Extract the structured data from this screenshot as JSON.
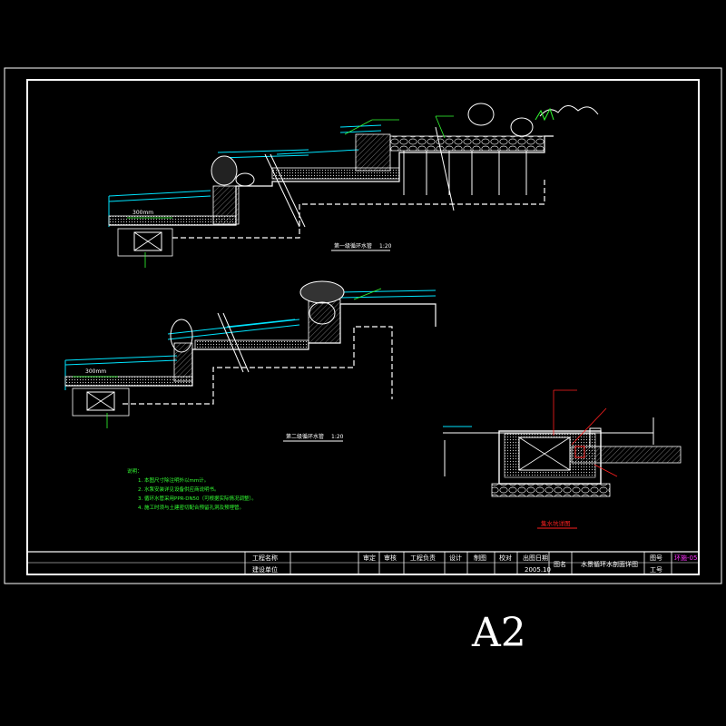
{
  "sheet_size": "A2",
  "colors": {
    "frame": "#ffffff",
    "water": "#00e5ff",
    "notes": "#33ff33",
    "accent_red": "#ff2020",
    "magenta": "#ff33ff",
    "pipe": "#ffffff"
  },
  "sections": {
    "section1_title": "第一级循环水管",
    "section1_scale": "1:20",
    "section2_title": "第二级循环水管",
    "section2_scale": "1:20",
    "detail_title": "集水坑详图",
    "dim_label": "300mm"
  },
  "notes": {
    "heading": "说明：",
    "items": [
      "1. 本图尺寸除注明外以mm计。",
      "2. 水泵安装详见设备供应商说明书。",
      "3. 循环水管采用PPR-DN50（可根据实际情况调整）。",
      "4. 施工时须与土建密切配合预留孔洞及预埋管。"
    ]
  },
  "title_block": {
    "project_name_label": "工程名称",
    "client_label": "建设单位",
    "approve_label": "审定",
    "review_label": "审核",
    "lead_label": "工程负责",
    "design_label": "设计",
    "draw_label": "制图",
    "check_label": "校对",
    "date_label": "出图日期",
    "date_value": "2005.10",
    "drawing_name_label": "图名",
    "drawing_name": "水景循环水剖面详图",
    "drawing_no_label": "图号",
    "drawing_no": "环施-05",
    "job_no_label": "工号"
  }
}
